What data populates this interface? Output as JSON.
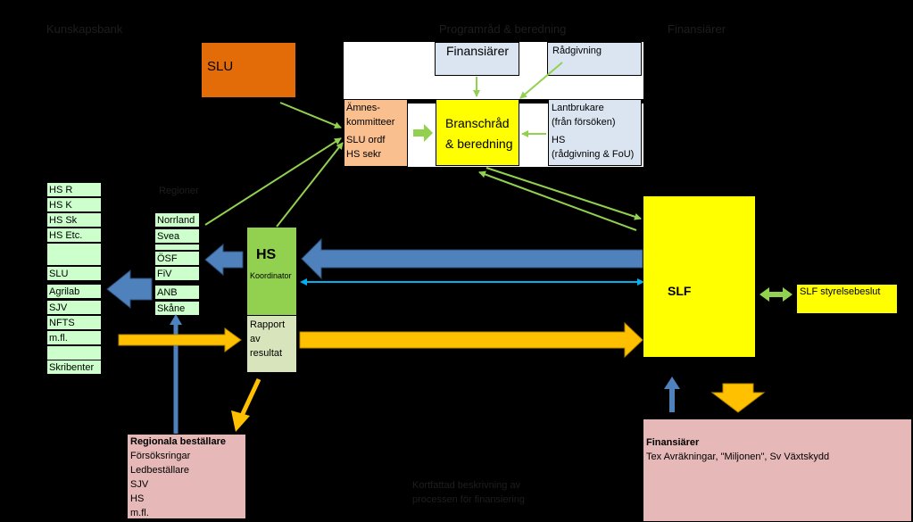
{
  "headers": {
    "left": "Kunskapsbank",
    "mid": "Programråd & beredning",
    "right": "Finansiärer"
  },
  "slu_box": "SLU",
  "finansiarer_top": "Finansiärer",
  "radgivning": "Rådgivning",
  "amnes": [
    "Ämnes-",
    "kommitteer",
    "SLU ordf",
    "HS sekr"
  ],
  "branschrad": {
    "title": "Branschråd",
    "sub": "& beredning"
  },
  "lantbrukare": [
    "Lantbrukare",
    "(från försöken)",
    "HS",
    "(rådgivning & FoU)"
  ],
  "left_list": [
    "HS R",
    "HS K",
    "HS Sk",
    "HS Etc.",
    "",
    "SLU",
    "Agrilab",
    "SJV",
    "NFTS",
    "m.fl.",
    "",
    "Skribenter"
  ],
  "regions_label": "Regioner",
  "regions": [
    "Norrland",
    "Svea",
    "",
    "ÖSF",
    "FiV",
    "ANB",
    "Skåne"
  ],
  "hs": {
    "title": "HS",
    "sub": "Koordinator",
    "report": [
      "Rapport",
      "av",
      "resultat"
    ]
  },
  "slf": "SLF",
  "slf_decision": "SLF styrelsebeslut",
  "regionala": [
    "Regionala beställare",
    "Försöksringar",
    "Ledbeställare",
    "SJV",
    "HS",
    "m.fl."
  ],
  "finansiarer_bottom": [
    "Finansiärer",
    "Tex Avräkningar, \"Miljonen\", Sv Växtskydd"
  ],
  "footer": [
    "Kortfattad beskrivning av",
    "processen för finansiering"
  ],
  "colors": {
    "orange": "#e36c09",
    "green_arrow": "#92d050",
    "blue_arrow": "#4f81bd",
    "gold_arrow": "#ffc000",
    "yellow": "#ffff00",
    "cyan_line": "#00b0f0"
  }
}
